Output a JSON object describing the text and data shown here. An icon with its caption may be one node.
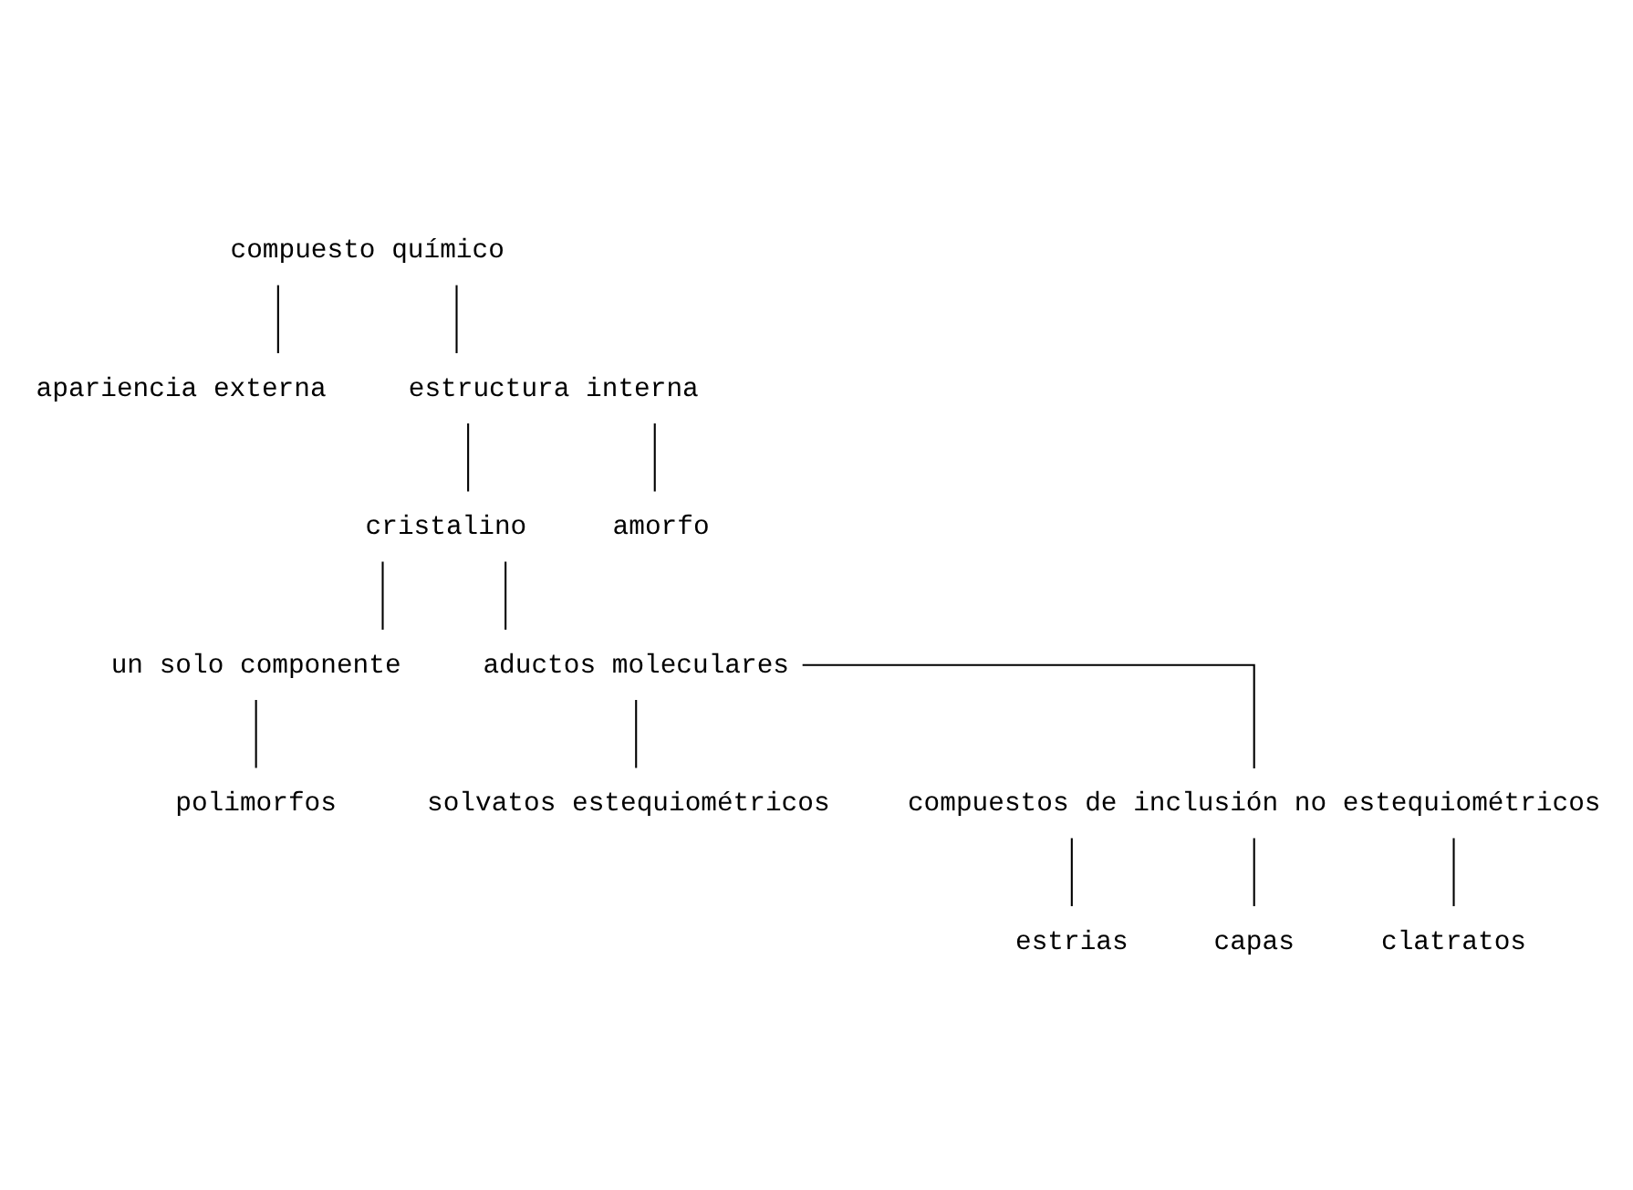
{
  "diagram": {
    "nodes": [
      {
        "text": [
          "compuesto químico"
        ]
      },
      {
        "text": [
          "apariencia externa"
        ]
      },
      {
        "text": [
          "estructura interna"
        ]
      },
      {
        "text": [
          "cristalino"
        ]
      },
      {
        "text": [
          "amorfo"
        ]
      },
      {
        "text": [
          "un solo componente"
        ]
      },
      {
        "text": [
          "aductos moleculares"
        ]
      },
      {
        "text": [
          "polimorfos"
        ]
      },
      {
        "text": [
          "solvatos estequiométricos"
        ]
      },
      {
        "text": [
          "compuestos de inclusión no estequiométricos"
        ]
      },
      {
        "text": [
          "estrias"
        ]
      },
      {
        "text": [
          "capas"
        ]
      },
      {
        "text": [
          "clatratos"
        ]
      }
    ],
    "edges": [
      {
        "from": 0,
        "to": 1,
        "arrow": "none"
      },
      {
        "from": 0,
        "to": 2,
        "arrow": "none"
      },
      {
        "from": 2,
        "to": 3,
        "arrow": "none"
      },
      {
        "from": 2,
        "to": 4,
        "arrow": "none"
      },
      {
        "from": 3,
        "to": 5,
        "arrow": "none"
      },
      {
        "from": 3,
        "to": 6,
        "arrow": "none"
      },
      {
        "from": 5,
        "to": 7,
        "arrow": "none"
      },
      {
        "from": 6,
        "to": 8,
        "arrow": "none"
      },
      {
        "from": 6,
        "to": 9,
        "arrow": "none"
      },
      {
        "from": 9,
        "to": 10,
        "arrow": "none"
      },
      {
        "from": 9,
        "to": 11,
        "arrow": "none"
      },
      {
        "from": 9,
        "to": 12,
        "arrow": "none"
      }
    ]
  }
}
